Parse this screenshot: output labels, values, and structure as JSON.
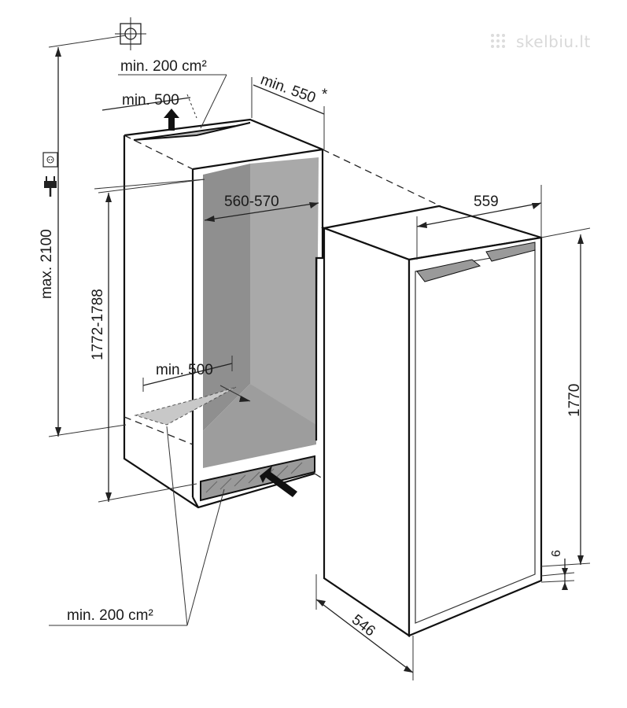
{
  "watermark": "skelbiu.lt",
  "dimensions": {
    "max_height": "max. 2100",
    "niche_height": "1772-1788",
    "niche_width": "560-570",
    "min_depth": "min. 550",
    "min_depth_mark": "*",
    "top_vent_area": "min. 200 cm²",
    "top_vent_depth": "min. 500",
    "bottom_vent_depth": "min. 500",
    "bottom_vent_area": "min. 200 cm²",
    "appliance_width": "559",
    "appliance_height": "1770",
    "appliance_depth": "546",
    "base_gap": "6"
  },
  "icons": [
    "crosshair-icon",
    "socket-icon",
    "plug-icon",
    "airflow-up-arrow-icon",
    "airflow-in-arrow-icon"
  ]
}
